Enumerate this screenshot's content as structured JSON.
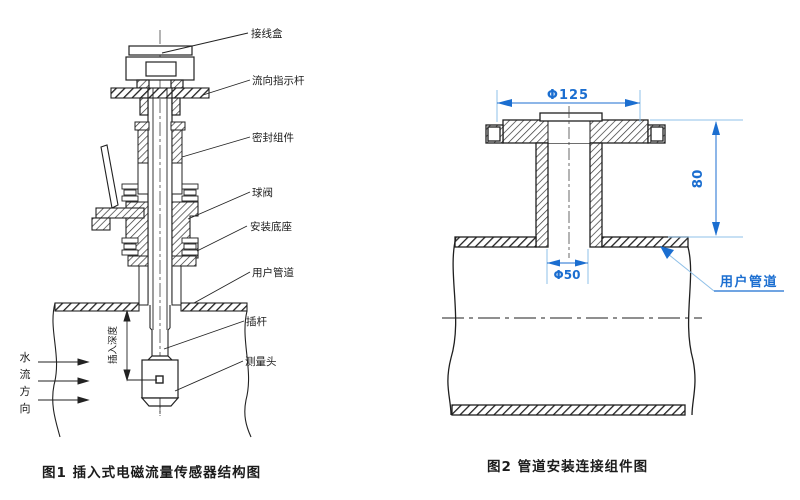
{
  "figure1": {
    "caption": "图1  插入式电磁流量传感器结构图",
    "labels": {
      "junction_box": "接线盒",
      "flow_indicator": "流向指示杆",
      "seal_assembly": "密封组件",
      "ball_valve": "球阀",
      "mount_base": "安装底座",
      "user_pipe": "用户管道",
      "insert_rod": "插杆",
      "measure_head": "测量头"
    },
    "insertion_depth_label": "插入深度",
    "flow_direction": {
      "c1": "水",
      "c2": "流",
      "c3": "方",
      "c4": "向"
    }
  },
  "figure2": {
    "caption": "图2  管道安装连接组件图",
    "dimensions": {
      "flange_od": "Φ125",
      "height": "80",
      "bore": "Φ50"
    },
    "labels": {
      "user_pipe": "用户管道"
    },
    "colors": {
      "dimension_blue": "#1b6ed0",
      "extension_blue": "#8fc0e8",
      "line_black": "#1f1f1f"
    }
  }
}
